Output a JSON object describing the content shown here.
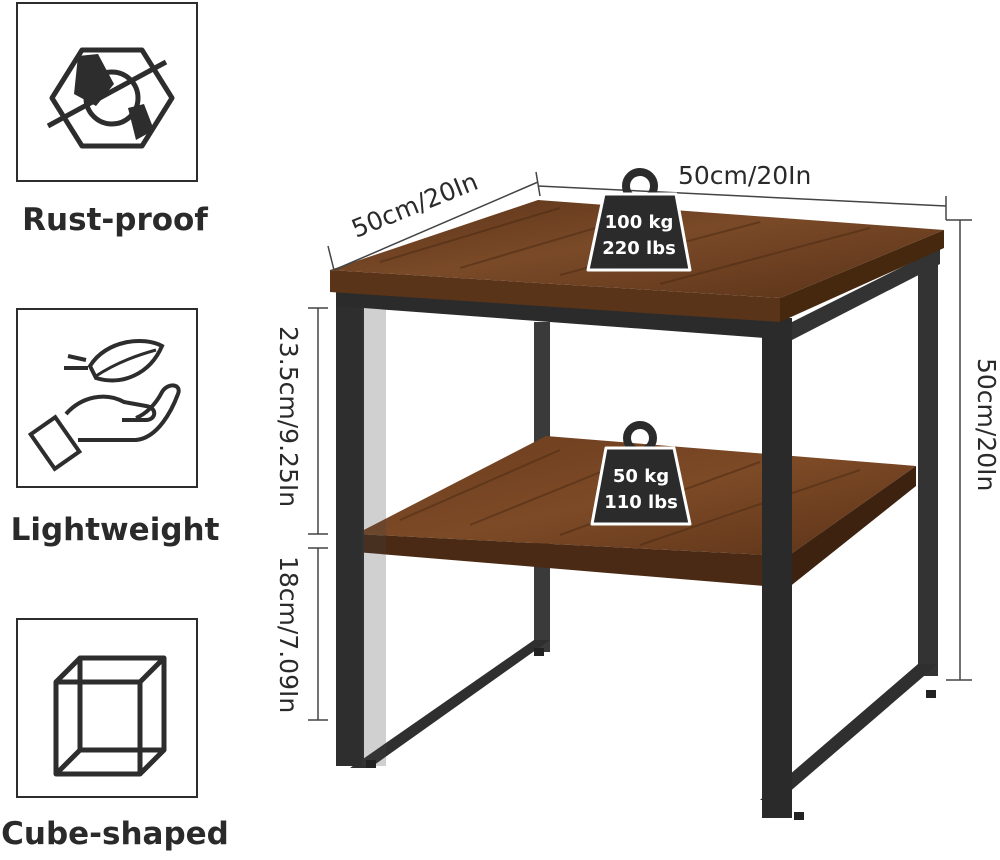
{
  "features": [
    {
      "label": "Rust-proof",
      "icon": "rust-proof-icon"
    },
    {
      "label": "Lightweight",
      "icon": "hand-leaf-icon"
    },
    {
      "label": "Cube-shaped",
      "icon": "cube-icon"
    }
  ],
  "dimensions": {
    "top_depth": "50cm/20In",
    "top_width": "50cm/20In",
    "height": "50cm/20In",
    "upper_gap": "23.5cm/9.25In",
    "lower_gap": "18cm/7.09In"
  },
  "load_top": {
    "kg": "100 kg",
    "lbs": "220 lbs"
  },
  "load_shelf": {
    "kg": "50 kg",
    "lbs": "110 lbs"
  },
  "colors": {
    "wood": "#6b3e22",
    "frame": "#2f2f2f",
    "weight": "#2b2b2b"
  }
}
